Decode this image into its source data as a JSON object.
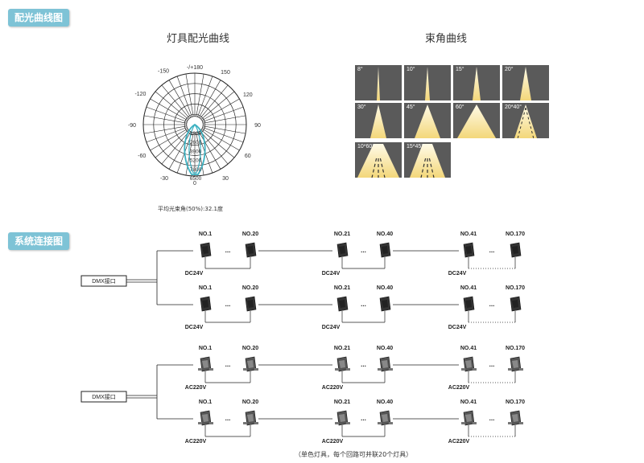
{
  "section1": {
    "tag": "配光曲线图"
  },
  "polar": {
    "title": "灯具配光曲线",
    "angle_labels": {
      "top": "-/+180",
      "m150": "-150",
      "p150": "150",
      "m120": "-120",
      "p120": "120",
      "m90": "-90",
      "p90": "90",
      "m60": "-60",
      "p60": "60",
      "m30": "-30",
      "p30": "30",
      "zero": "0"
    },
    "intensity_labels": [
      "1300",
      "2600",
      "3900",
      "5200",
      "7800",
      "6500"
    ],
    "caption": "平均光束角(50%):32.1度",
    "curve_color": "#3ab0c0"
  },
  "beam": {
    "title": "束角曲线",
    "tiles": [
      "8°",
      "10°",
      "15°",
      "20°",
      "30°",
      "45°",
      "60°",
      "20*40°",
      "10*60°",
      "15*45°"
    ]
  },
  "section2": {
    "tag": "系统连接图"
  },
  "wiring": {
    "dmx_label": "DMX接口",
    "groups": [
      {
        "rows": [
          {
            "nums": [
              "NO.1",
              "NO.20",
              "NO.21",
              "NO.40",
              "NO.41",
              "NO.170"
            ],
            "volt": [
              "DC24V",
              "DC24V",
              "DC24V"
            ]
          },
          {
            "nums": [
              "NO.1",
              "NO.20",
              "NO.21",
              "NO.40",
              "NO.41",
              "NO.170"
            ],
            "volt": [
              "DC24V",
              "DC24V",
              "DC24V"
            ]
          }
        ]
      },
      {
        "rows": [
          {
            "nums": [
              "NO.1",
              "NO.20",
              "NO.21",
              "NO.40",
              "NO.41",
              "NO.170"
            ],
            "volt": [
              "AC220V",
              "AC220V",
              "AC220V"
            ]
          },
          {
            "nums": [
              "NO.1",
              "NO.20",
              "NO.21",
              "NO.40",
              "NO.41",
              "NO.170"
            ],
            "volt": [
              "AC220V",
              "AC220V",
              "AC220V"
            ]
          }
        ]
      }
    ],
    "ellipsis": "...",
    "footnote": "（单色灯具，每个回路可并联20个灯具）"
  }
}
